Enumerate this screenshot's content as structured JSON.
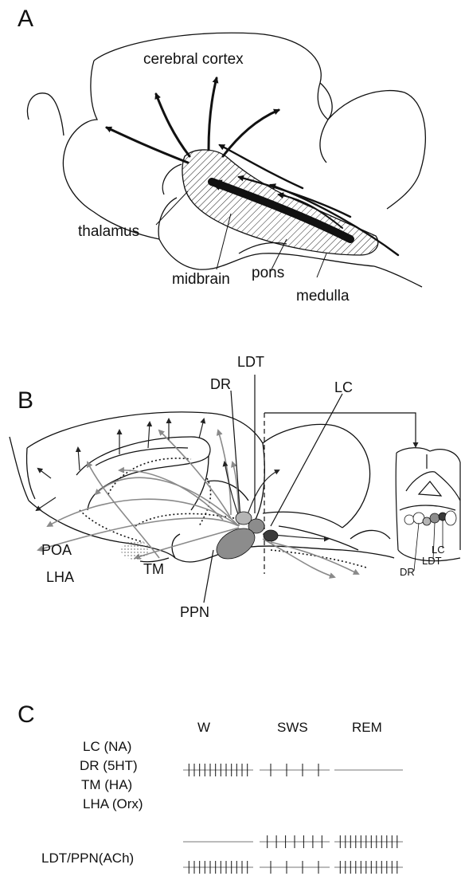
{
  "panels": {
    "a": {
      "letter": "A",
      "labels": {
        "cerebral_cortex": "cerebral cortex",
        "thalamus": "thalamus",
        "midbrain": "midbrain",
        "pons": "pons",
        "medulla": "medulla"
      }
    },
    "b": {
      "letter": "B",
      "labels": {
        "ldt": "LDT",
        "dr": "DR",
        "lc": "LC",
        "poa": "POA",
        "lha": "LHA",
        "tm": "TM",
        "ppn": "PPN"
      },
      "inset_labels": {
        "lc": "LC",
        "ldt": "LDT",
        "dr": "DR"
      },
      "colors": {
        "pathway_gray": "#8a8a8a",
        "nucleus_light": "#b5b5b5",
        "nucleus_mid": "#8c8c8c",
        "nucleus_dark": "#3a3a3a"
      }
    },
    "c": {
      "letter": "C",
      "states": [
        "W",
        "SWS",
        "REM"
      ],
      "group1_labels": [
        "LC (NA)",
        "DR (5HT)",
        "TM (HA)",
        "LHA (Orx)"
      ],
      "group2_label": "LDT/PPN(ACh)",
      "spike_trains": [
        {
          "group": "LC (NA), DR (5HT), TM (HA), LHA (Orx)",
          "W": "dense",
          "SWS": "sparse",
          "REM": "silent"
        },
        {
          "group": "LDT/PPN(ACh)",
          "W": "silent",
          "SWS": "moderate",
          "REM": "dense"
        },
        {
          "group": "LDT/PPN(ACh)",
          "W": "dense",
          "SWS": "sparse",
          "REM": "dense"
        }
      ]
    }
  }
}
